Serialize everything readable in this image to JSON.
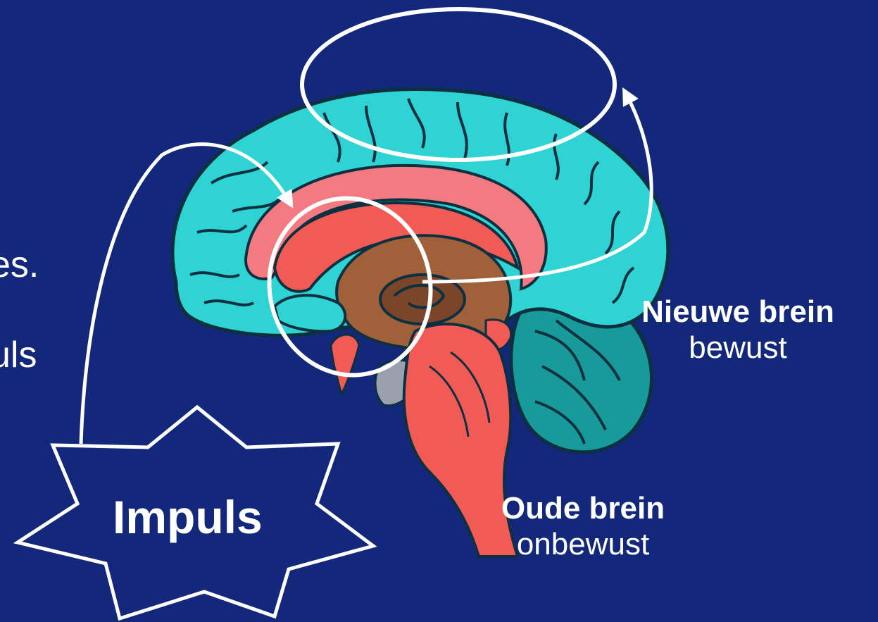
{
  "colors": {
    "background": "#13287a",
    "cortex": "#2fd3d3",
    "cortex_outline": "#0d3040",
    "limbic": "#f27a80",
    "limbic_dark": "#f25a55",
    "brainstem": "#f25a55",
    "midbrain": "#a0603a",
    "cerebellum": "#179a99",
    "annotation": "#ffffff"
  },
  "clipped_text": {
    "line1": "es.",
    "line2": "uls"
  },
  "impulse": {
    "label": "Impuls",
    "shape": "star-burst"
  },
  "labels": {
    "new_brain": {
      "title": "Nieuwe brein",
      "subtitle": "bewust"
    },
    "old_brain": {
      "title": "Oude brein",
      "subtitle": "onbewust"
    }
  },
  "icons": [
    "brain-illustration",
    "arrow-icon",
    "star-burst-icon"
  ]
}
